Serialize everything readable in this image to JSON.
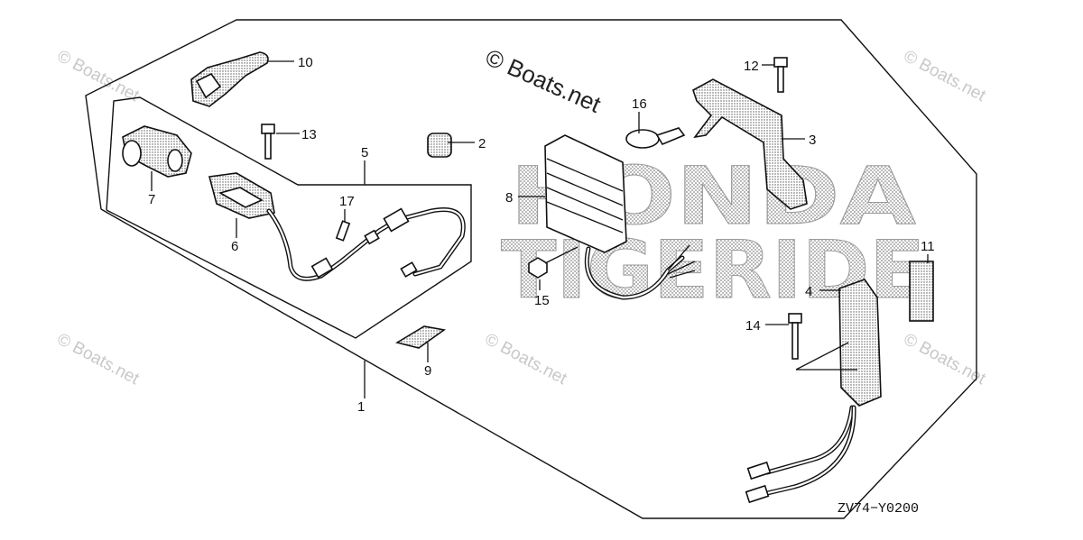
{
  "diagram_code": "ZV74−Y0200",
  "watermark_main": "© Boats.net",
  "watermark_repeat": "© Boats.net",
  "brand_words": [
    "HONDA",
    "TIGERIDE"
  ],
  "callouts": [
    "1",
    "2",
    "3",
    "4",
    "5",
    "6",
    "7",
    "8",
    "9",
    "10",
    "11",
    "12",
    "13",
    "14",
    "15",
    "16",
    "17"
  ],
  "colors": {
    "ink": "#111111",
    "watermark": "#c8c8c8",
    "brand_dots": "#9a9a9a"
  }
}
